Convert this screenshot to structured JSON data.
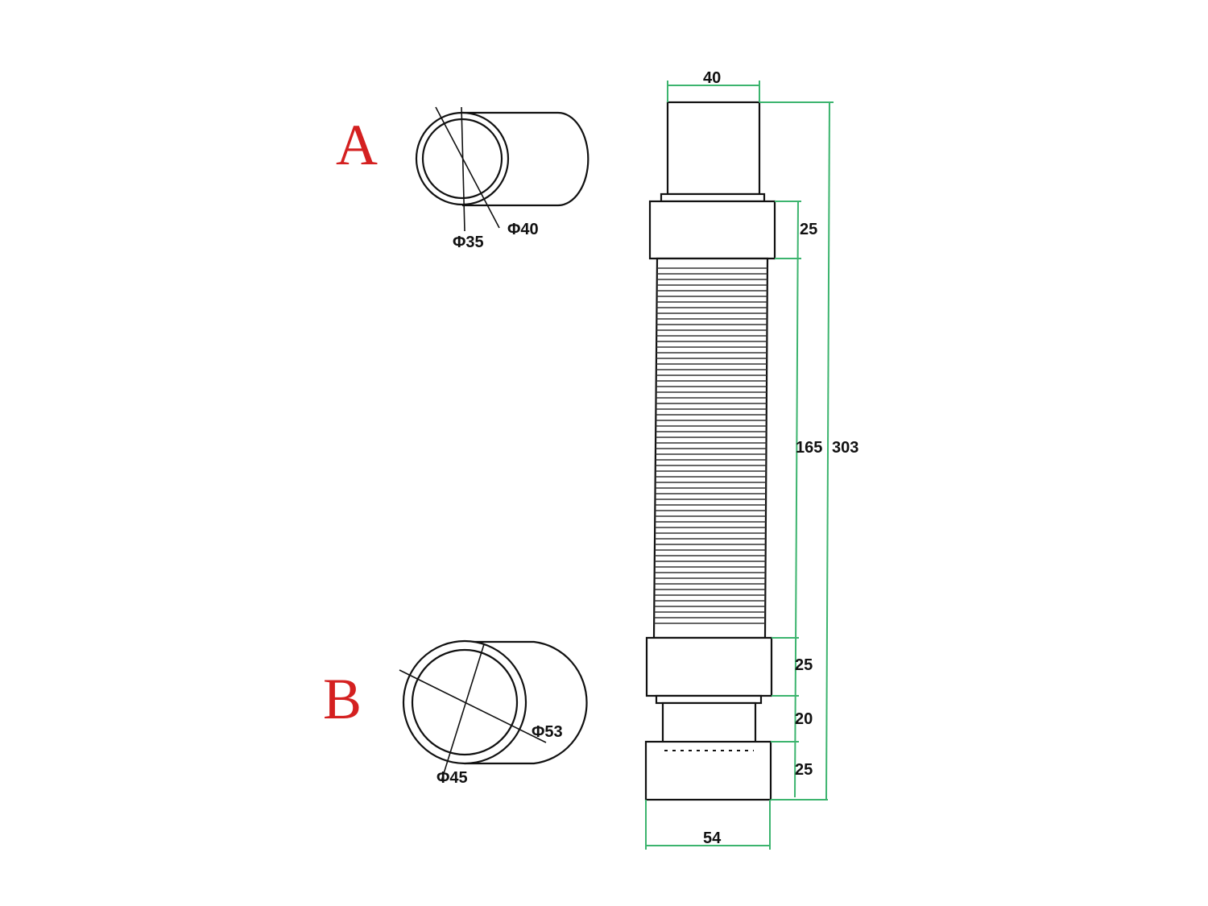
{
  "views": {
    "a": {
      "letter": "A",
      "inner_diameter": "Φ35",
      "outer_diameter": "Φ40"
    },
    "b": {
      "letter": "B",
      "outer_diameter": "Φ53",
      "inner_diameter": "Φ45"
    }
  },
  "dimensions": {
    "top_width": "40",
    "bottom_width": "54",
    "top_collar_height": "25",
    "corrugated_length": "165",
    "total_length": "303",
    "lower_collar_height": "25",
    "neck_height": "20",
    "bottom_height": "25"
  },
  "colors": {
    "dimension_lines": "#3cb46e",
    "view_letters": "#d42020",
    "outline": "#111111"
  }
}
